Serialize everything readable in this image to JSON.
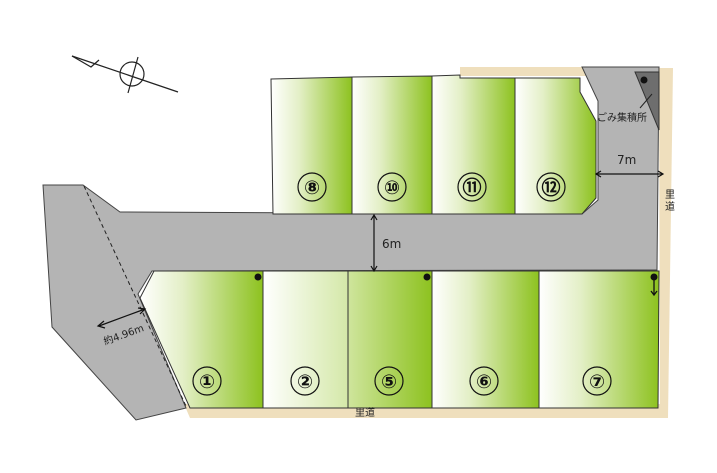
{
  "map": {
    "type": "subdivision-site-plan",
    "colors": {
      "lot_green": "#8dc21f",
      "lot_light": "#ffffff",
      "road_gray": "#b4b4b4",
      "private_road_beige": "#efdfbd",
      "garbage_area": "#6e6e6e",
      "outline": "#333333"
    },
    "compass": {
      "label": "north-arrow"
    },
    "lots": [
      {
        "id": "1",
        "label": "①"
      },
      {
        "id": "2",
        "label": "②"
      },
      {
        "id": "5",
        "label": "⑤"
      },
      {
        "id": "6",
        "label": "⑥"
      },
      {
        "id": "7",
        "label": "⑦"
      },
      {
        "id": "8",
        "label": "⑧"
      },
      {
        "id": "10",
        "label": "⑩"
      },
      {
        "id": "11",
        "label": "⑪"
      },
      {
        "id": "12",
        "label": "⑫"
      }
    ],
    "dimensions": {
      "road_width_main": "6m",
      "road_width_right": "7m",
      "left_road_width": "約4.96m"
    },
    "labels": {
      "garbage_station": "ごみ集積所",
      "private_road_bottom": "里道",
      "private_road_right_line1": "里",
      "private_road_right_line2": "道"
    }
  }
}
